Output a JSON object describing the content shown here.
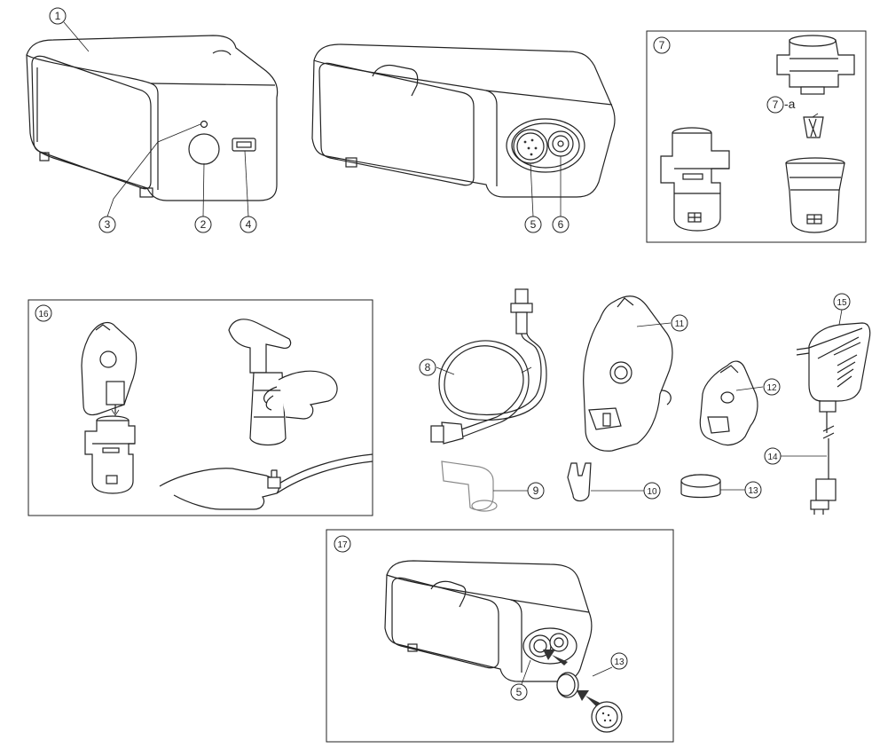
{
  "callouts": {
    "c1": "1",
    "c2": "2",
    "c3": "3",
    "c4": "4",
    "c5": "5",
    "c6": "6",
    "c7": "7",
    "c7a_num": "7",
    "c7a_suffix": "-a",
    "c8": "8",
    "c9": "9",
    "c10": "10",
    "c11": "11",
    "c12": "12",
    "c13": "13",
    "c14": "14",
    "c15": "15",
    "c16": "16",
    "c17": "17",
    "c17_5": "5",
    "c17_13": "13"
  }
}
